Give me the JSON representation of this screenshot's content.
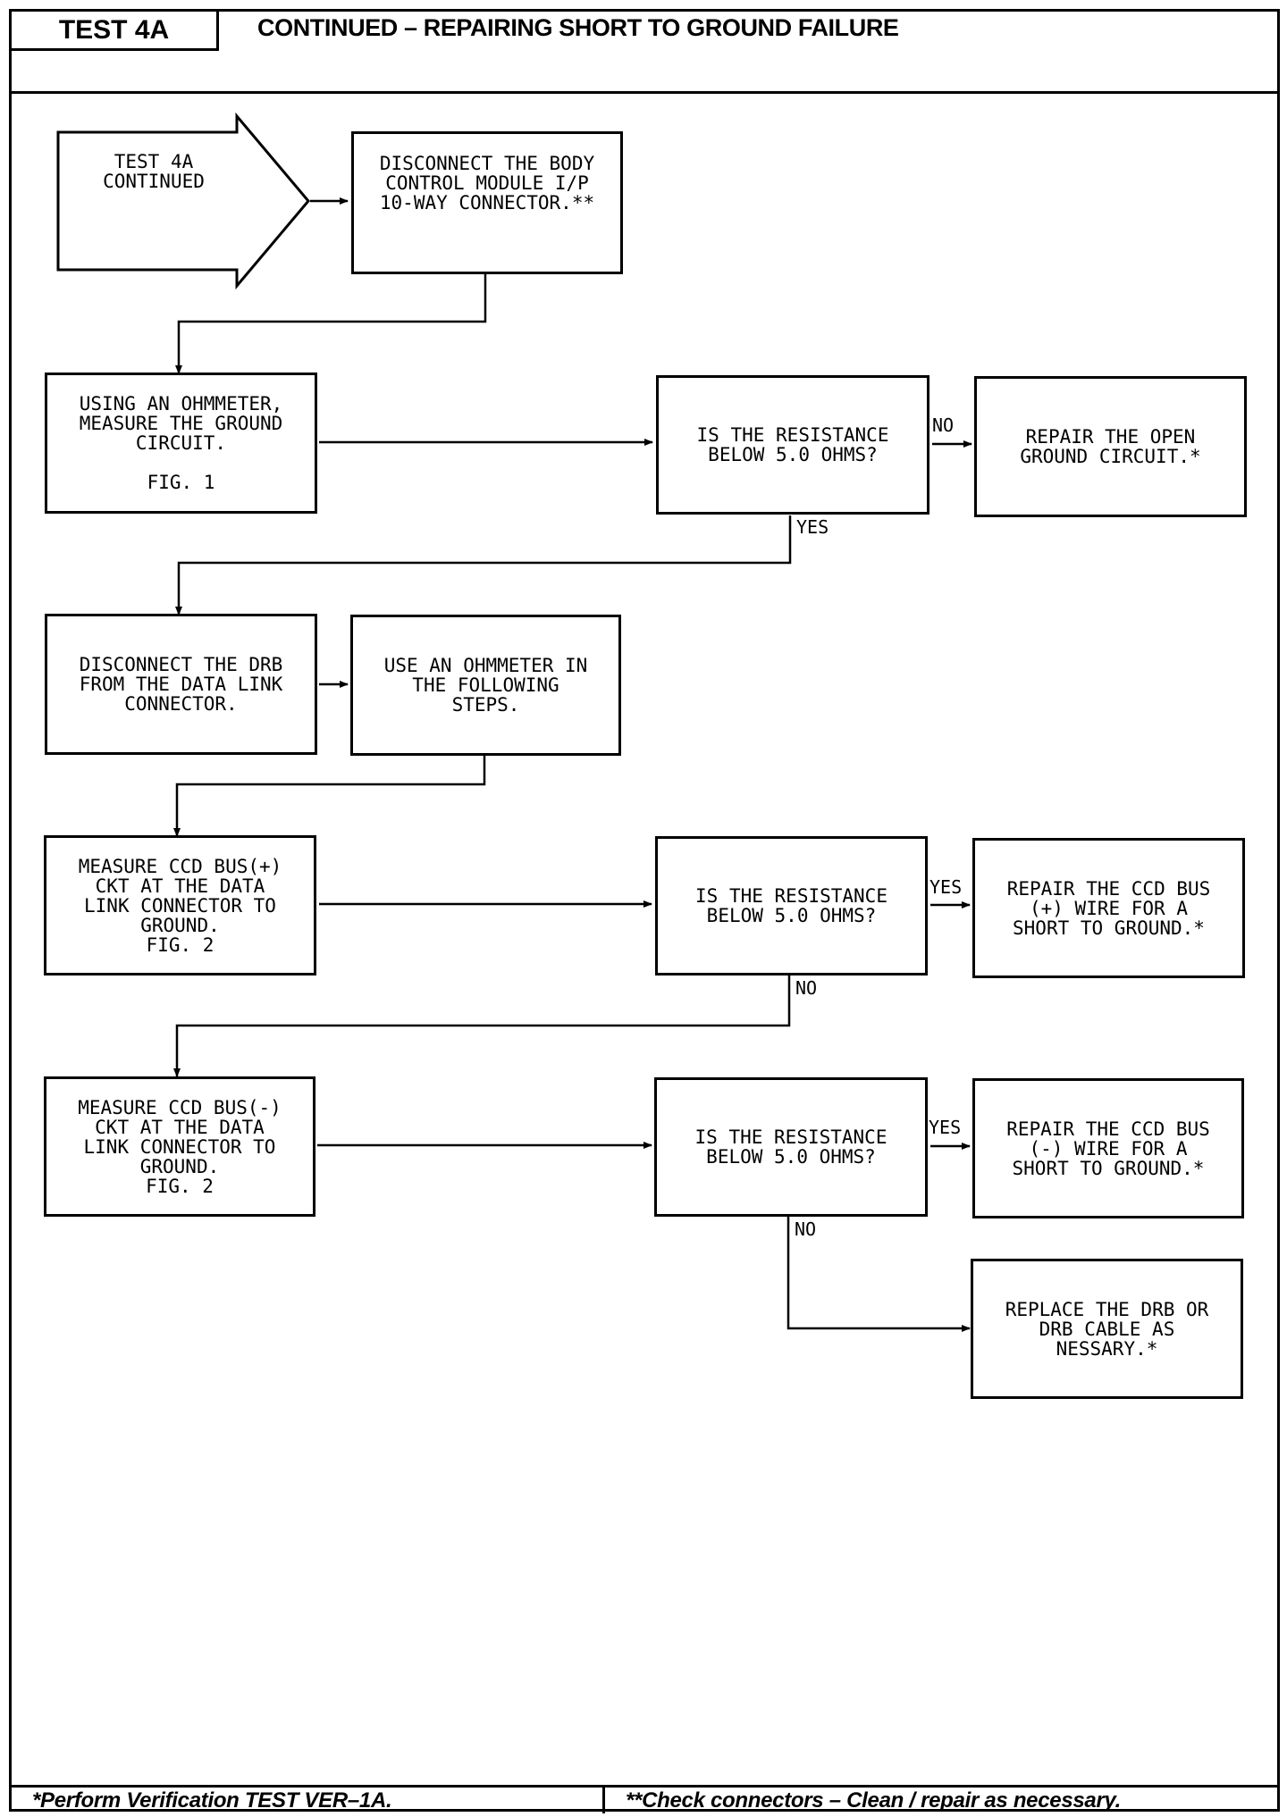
{
  "header": {
    "test_label": "TEST 4A",
    "title": "CONTINUED – REPAIRING SHORT TO GROUND FAILURE"
  },
  "flow": {
    "start_arrow": "TEST 4A\nCONTINUED",
    "disconnect_bcm": "DISCONNECT THE BODY\nCONTROL MODULE I/P\n10-WAY CONNECTOR.**",
    "measure_ground": "USING AN OHMMETER,\nMEASURE THE GROUND\nCIRCUIT.\n\nFIG. 1",
    "question_1": "IS THE RESISTANCE\nBELOW 5.0 OHMS?",
    "repair_open_ground": "REPAIR THE OPEN\nGROUND CIRCUIT.*",
    "disconnect_drb": "DISCONNECT THE DRB\nFROM THE DATA LINK\nCONNECTOR.",
    "use_ohmmeter": "USE AN OHMMETER IN\nTHE FOLLOWING\nSTEPS.",
    "measure_bus_plus": "MEASURE CCD BUS(+)\nCKT AT THE DATA\nLINK CONNECTOR TO\nGROUND.\nFIG. 2",
    "question_2": "IS THE RESISTANCE\nBELOW 5.0 OHMS?",
    "repair_bus_plus": "REPAIR THE CCD BUS\n(+) WIRE FOR A\nSHORT TO GROUND.*",
    "measure_bus_minus": "MEASURE CCD BUS(-)\nCKT AT THE DATA\nLINK CONNECTOR TO\nGROUND.\nFIG. 2",
    "question_3": "IS THE RESISTANCE\nBELOW 5.0 OHMS?",
    "repair_bus_minus": "REPAIR THE CCD BUS\n(-) WIRE FOR A\nSHORT TO GROUND.*",
    "replace_drb": "REPLACE THE DRB OR\nDRB CABLE AS\nNESSARY.*"
  },
  "labels": {
    "q1_no": "NO",
    "q1_yes": "YES",
    "q2_yes": "YES",
    "q2_no": "NO",
    "q3_yes": "YES",
    "q3_no": "NO"
  },
  "footer": {
    "left": "*Perform Verification TEST VER–1A.",
    "right": "**Check connectors  –  Clean / repair as necessary."
  }
}
